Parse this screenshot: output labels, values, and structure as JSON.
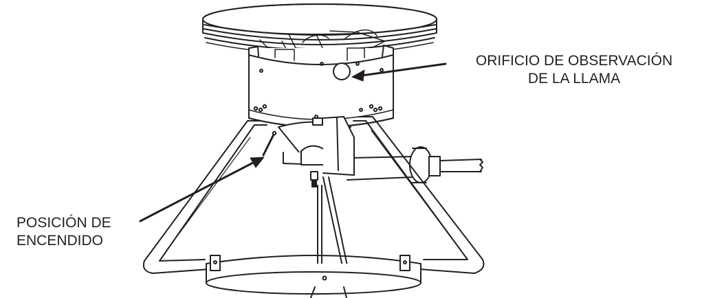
{
  "callouts": {
    "flame_port": {
      "line1": "ORIFICIO DE OBSERVACIÓN",
      "line2": "DE LA LLAMA"
    },
    "ignition": {
      "line1": "POSICIÓN DE",
      "line2": "ENCENDIDO"
    }
  },
  "colors": {
    "ink": "#231f20",
    "paper": "#ffffff"
  },
  "icons": {
    "arrow": "arrow-pointer-icon"
  }
}
